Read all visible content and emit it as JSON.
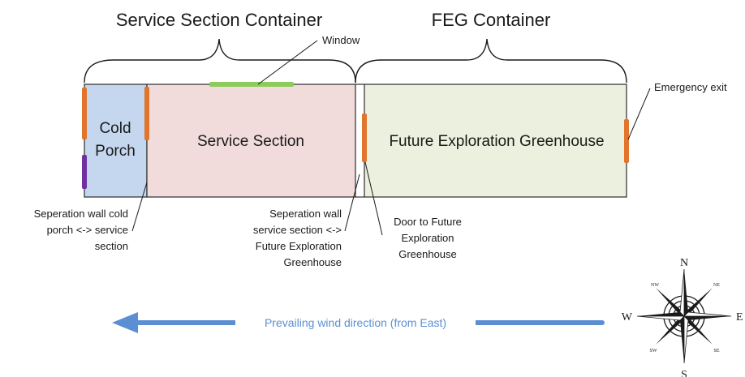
{
  "headers": {
    "service_container": "Service Section Container",
    "feg_container": "FEG Container"
  },
  "rooms": {
    "cold_porch_line1": "Cold",
    "cold_porch_line2": "Porch",
    "service_section": "Service Section",
    "greenhouse": "Future Exploration Greenhouse"
  },
  "annotations": {
    "window": "Window",
    "emergency_exit": "Emergency exit",
    "sep_wall_porch": [
      "Seperation wall cold",
      "porch <-> service",
      "section"
    ],
    "sep_wall_feg": [
      "Seperation wall",
      "service section <->",
      "Future Exploration",
      "Greenhouse"
    ],
    "door_feg": [
      "Door to Future",
      "Exploration",
      "Greenhouse"
    ]
  },
  "wind": {
    "label": "Prevailing wind direction (from East)"
  },
  "compass": {
    "north": "N",
    "south": "S",
    "east": "E",
    "west": "W",
    "nw": "NW",
    "ne": "NE",
    "sw": "SW",
    "se": "SE"
  },
  "colors": {
    "cold_porch_fill": "#c5d7ee",
    "service_fill": "#f1dcdb",
    "greenhouse_fill": "#ebf1de",
    "door_orange": "#e2742c",
    "door_purple": "#7030a0",
    "window_green": "#8ccc5a",
    "wind_blue": "#5b8fd3",
    "outline": "#2b2b2b"
  }
}
